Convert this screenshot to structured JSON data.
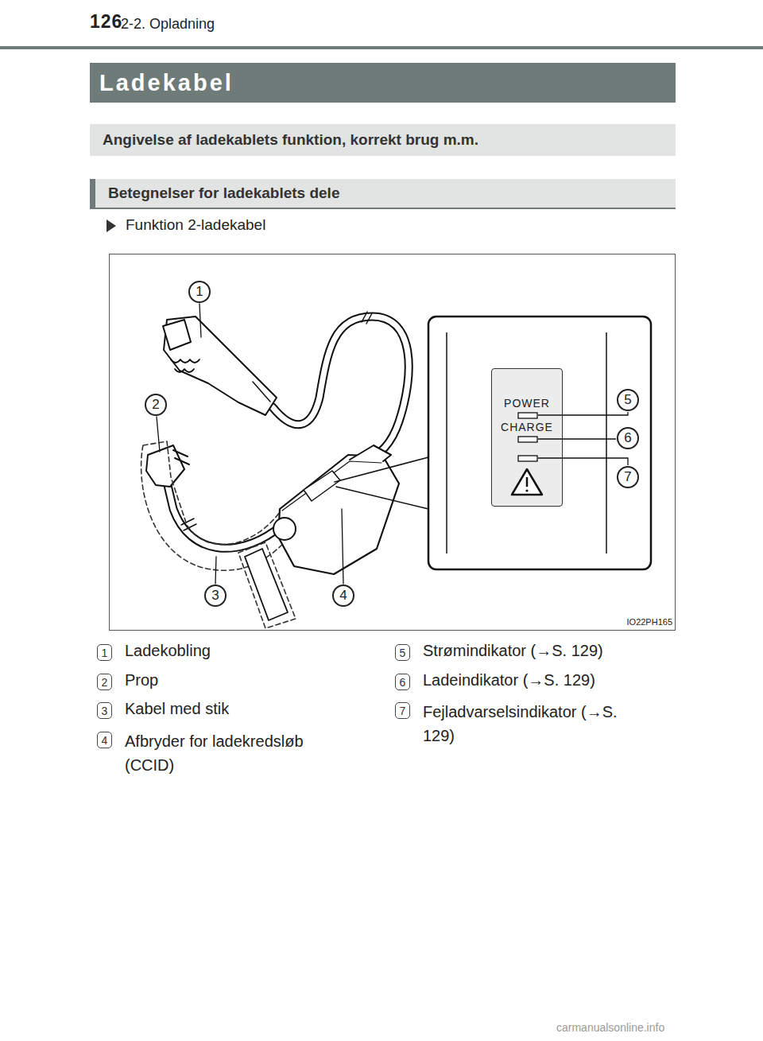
{
  "diagram": {
    "title": "Ladekabel",
    "nodes": [
      {
        "text": [
          "Angivelse af ladekablets funktion, korrekt brug m.m."
        ]
      },
      {
        "text": [
          "Betegnelser for ladekablets dele"
        ]
      },
      {
        "text": [
          "POWER",
          "CHARGE"
        ]
      }
    ],
    "labels": [
      "126",
      "2-2. Opladning",
      "Funktion 2-ladekabel",
      "1",
      "2",
      "3",
      "4",
      "5",
      "6",
      "7",
      "IO22PH165",
      "1",
      "Ladekobling",
      "2",
      "Prop",
      "3",
      "Kabel med stik",
      "4",
      "Afbryder for ladekredsløb (CCID)",
      "5",
      "Strømindikator (→S. 129)",
      "6",
      "Ladeindikator (→S. 129)",
      "7",
      "Fejladvarselsindikator (→S. 129)",
      "carmanualsonline.info"
    ]
  }
}
